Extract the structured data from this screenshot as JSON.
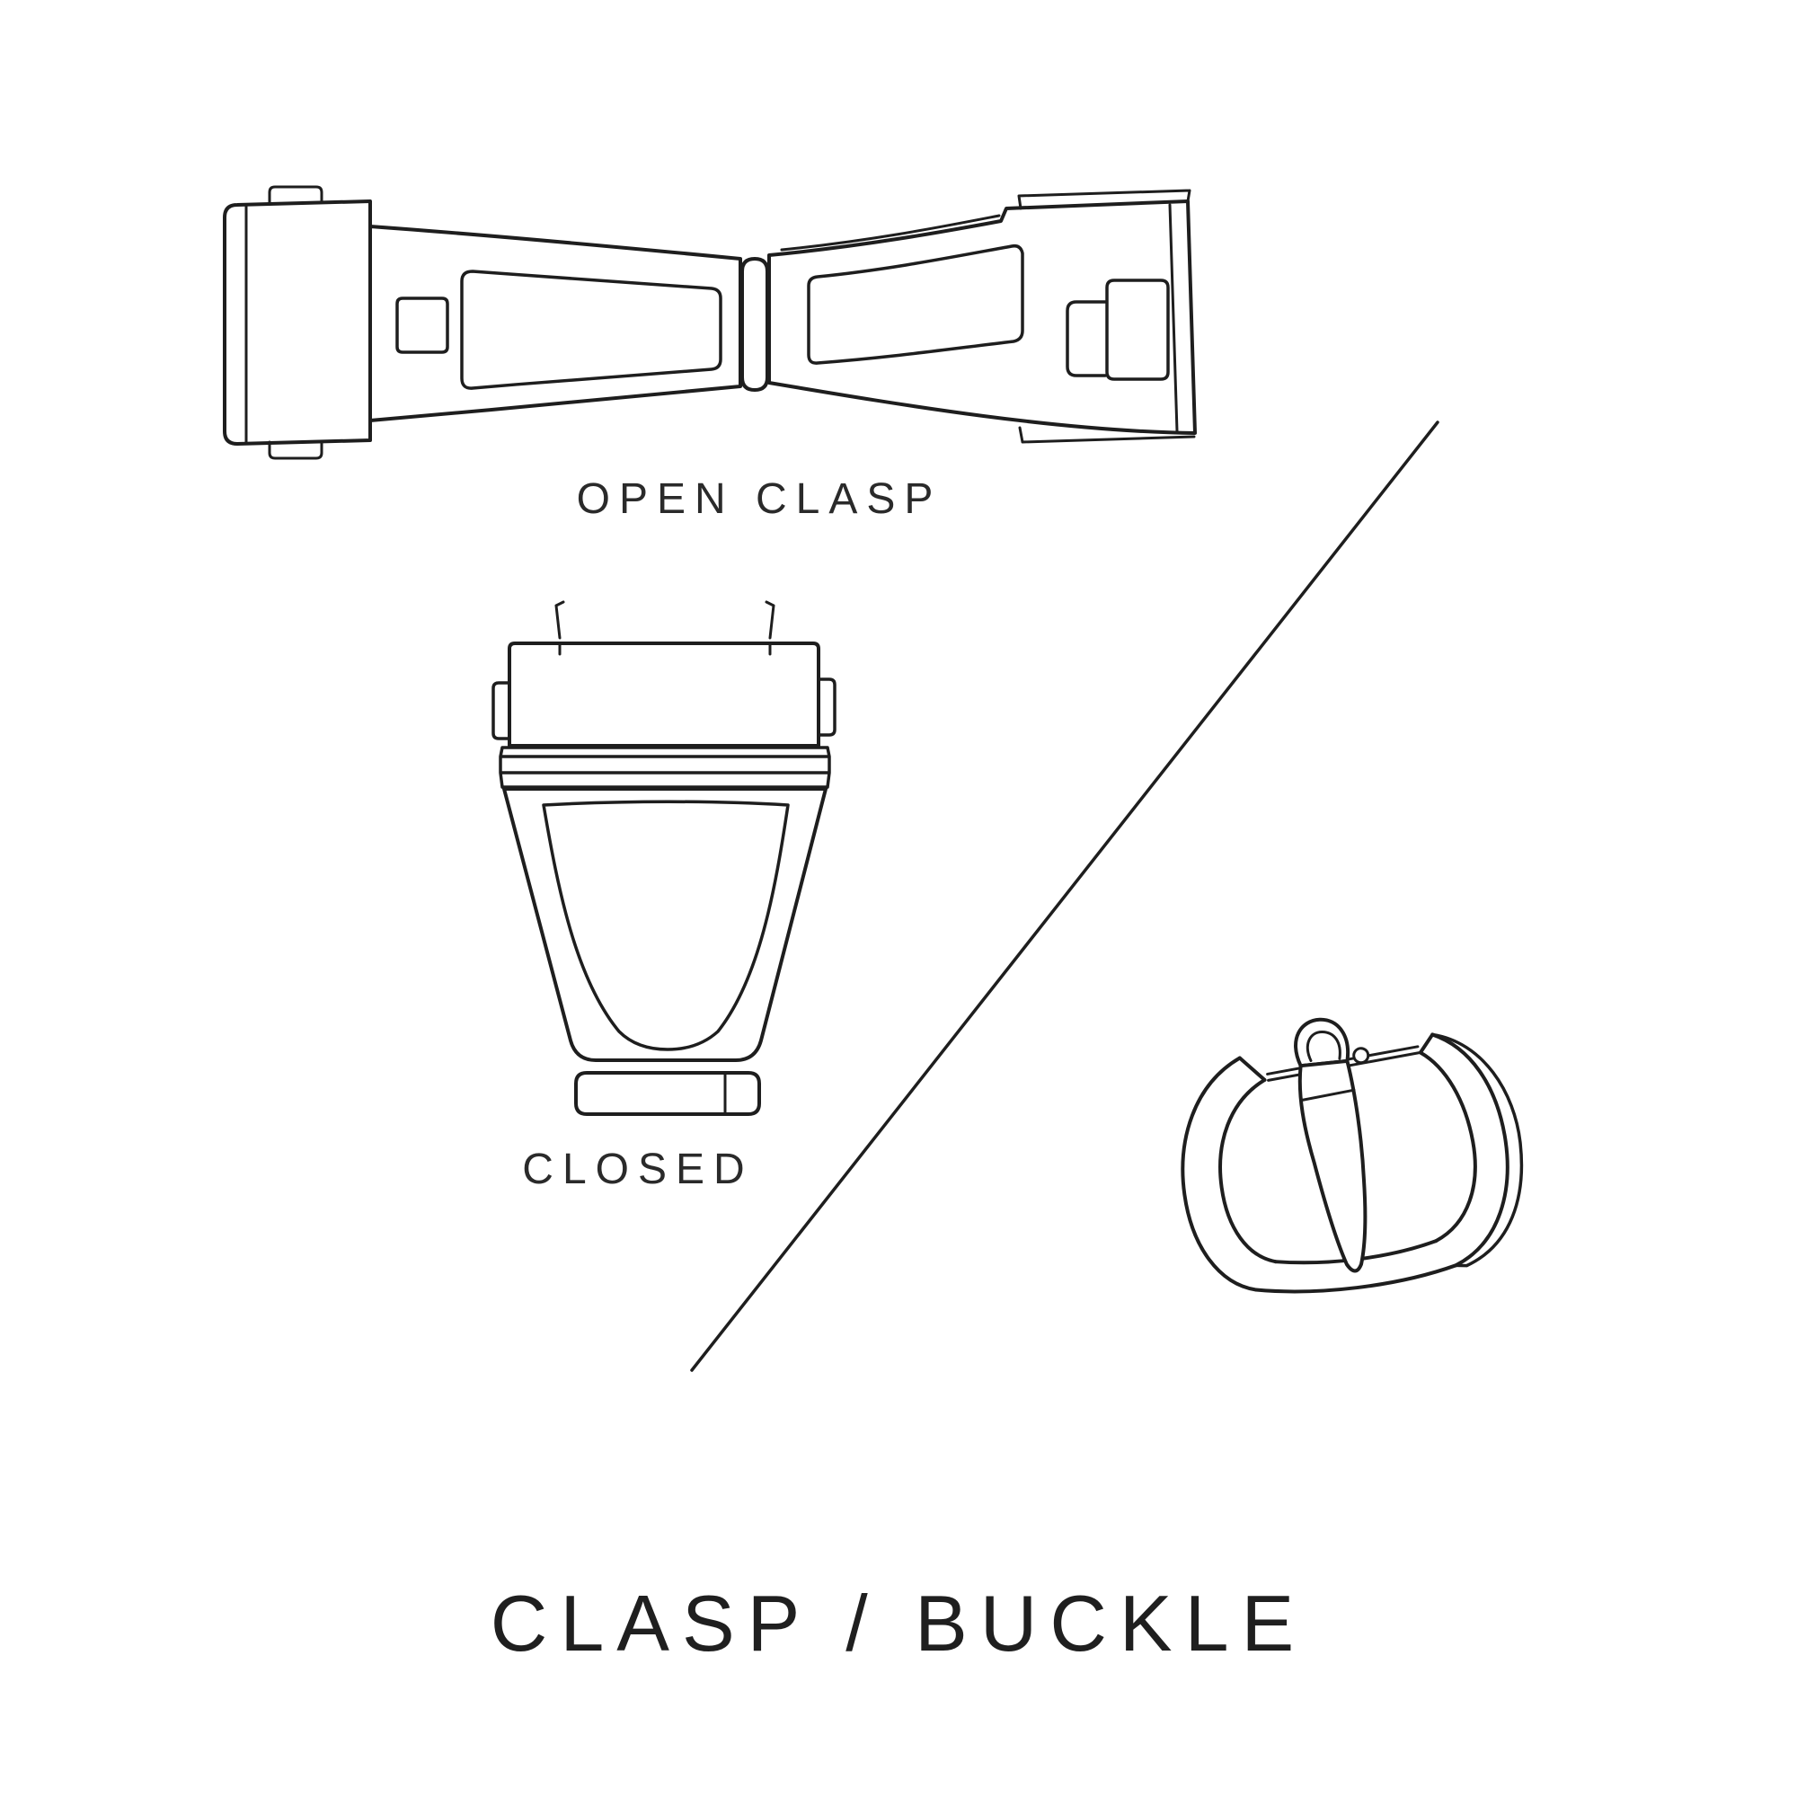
{
  "title": "CLASP / BUCKLE",
  "figures": [
    {
      "id": "open-clasp",
      "caption": "OPEN CLASP"
    },
    {
      "id": "closed-clasp",
      "caption": "CLOSED"
    },
    {
      "id": "tang-buckle",
      "caption": ""
    }
  ],
  "colors": {
    "background": "#ffffff",
    "line": "#1e1e1e",
    "text": "#2a2a2a"
  }
}
